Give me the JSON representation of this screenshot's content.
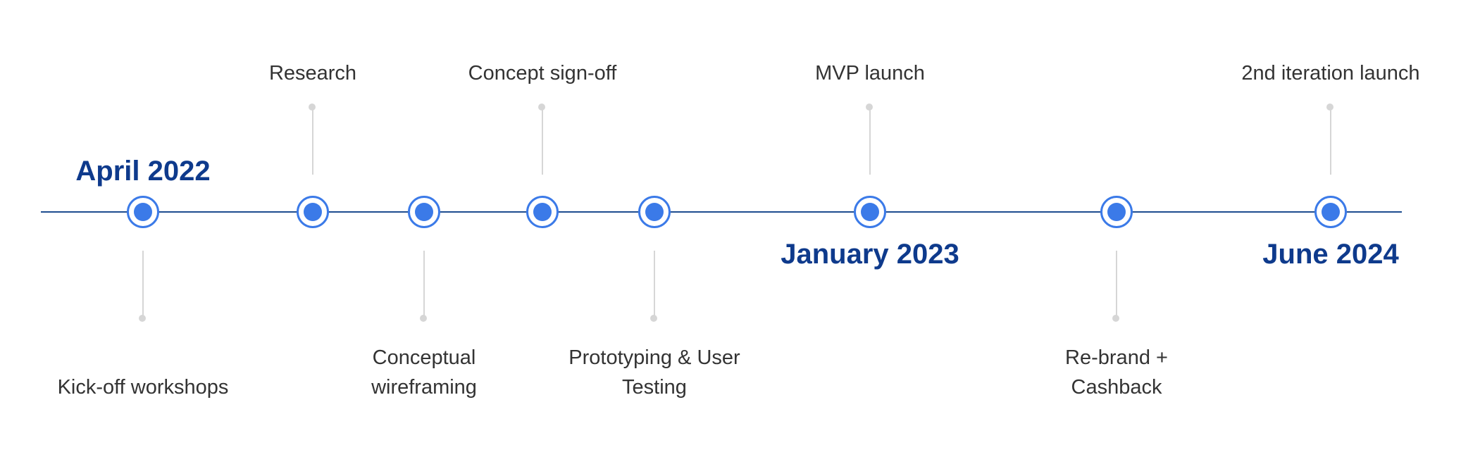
{
  "timeline": {
    "milestones": [
      {
        "label": "Kick-off workshops",
        "date": "April 2022"
      },
      {
        "label": "Research"
      },
      {
        "label": "Conceptual wireframing"
      },
      {
        "label": "Concept sign-off"
      },
      {
        "label": "Prototyping & User Testing"
      },
      {
        "label": "MVP launch",
        "date": "January 2023"
      },
      {
        "label": "Re-brand + Cashback"
      },
      {
        "label": "2nd iteration launch",
        "date": "June 2024"
      }
    ],
    "colors": {
      "axis": "#1e4c8f",
      "node": "#3b7ae8",
      "date_text": "#0e3a8c",
      "label_text": "#333333",
      "connector": "#d6d6d6"
    }
  }
}
